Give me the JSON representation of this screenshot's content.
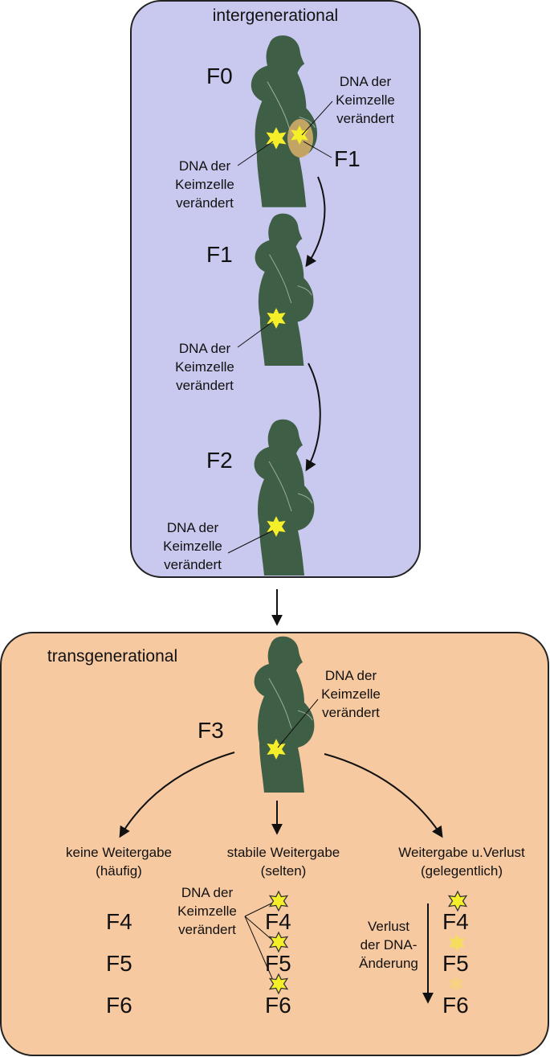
{
  "panels": {
    "intergenerational": {
      "title": "intergenerational",
      "color": "#c9c8ee"
    },
    "transgenerational": {
      "title": "transgenerational",
      "color": "#f7c9a0"
    }
  },
  "colors": {
    "figure": "#3e5f45",
    "star": "#f5ef2a",
    "arrow": "#111111"
  },
  "dna_label": {
    "line1": "DNA der",
    "line2": "Keimzelle",
    "line3": "verändert"
  },
  "generations": {
    "f0": "F0",
    "f1_fetus": "F1",
    "f1": "F1",
    "f2": "F2",
    "f3": "F3",
    "keine": {
      "f4": "F4",
      "f5": "F5",
      "f6": "F6"
    },
    "stabile": {
      "f4": "F4",
      "f5": "F5",
      "f6": "F6"
    },
    "verlust": {
      "f4": "F4",
      "f5": "F5",
      "f6": "F6"
    }
  },
  "branches": {
    "keine": {
      "line1": "keine Weitergabe",
      "line2": "(häufig)"
    },
    "stabile": {
      "line1": "stabile Weitergabe",
      "line2": "(selten)"
    },
    "verlust": {
      "line1": "Weitergabe u.Verlust",
      "line2": "(gelegentlich)"
    }
  },
  "loss_label": {
    "line1": "Verlust",
    "line2": "der DNA-",
    "line3": "Änderung"
  }
}
